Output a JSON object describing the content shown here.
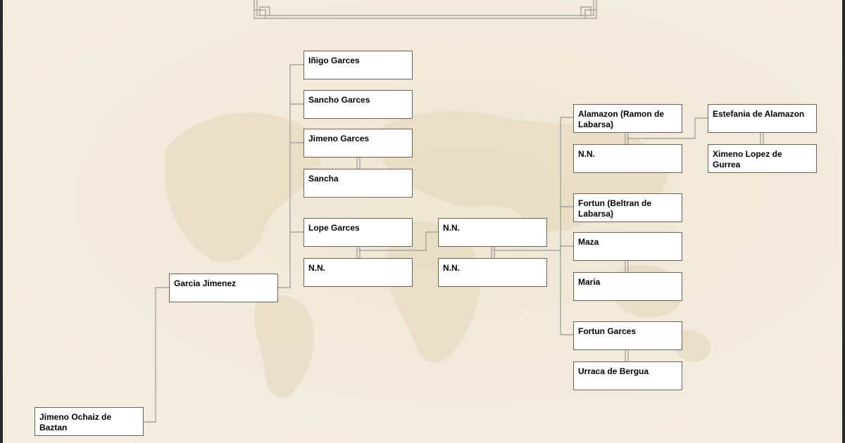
{
  "people": {
    "p_inigo": "Iñigo Garces",
    "p_sancho": "Sancho Garces",
    "p_jimeno": "Jimeno Garces",
    "p_sancha": "Sancha",
    "p_lope": "Lope Garces",
    "p_nn1": "N.N.",
    "p_garcia": "Garcia Jimenez",
    "p_jimeno_ochaiz": "Jimeno Ochaiz de Baztan",
    "p_nn2": "N.N.",
    "p_nn3": "N.N.",
    "p_alamazon": "Alamazon (Ramon de Labarsa)",
    "p_nn4": "N.N.",
    "p_fortun_beltran": "Fortun (Beltran de Labarsa)",
    "p_maza": "Maza",
    "p_maria": "Maria",
    "p_fortun_garces": "Fortun Garces",
    "p_urraca": "Urraca de Bergua",
    "p_estefania": "Estefania de Alamazon",
    "p_ximeno": "Ximeno Lopez de Gurrea"
  },
  "colors": {
    "background": "#f1eadc",
    "card_border": "#6f5f55",
    "connector": "#a7a39d",
    "frame": "#2a2a2a"
  }
}
